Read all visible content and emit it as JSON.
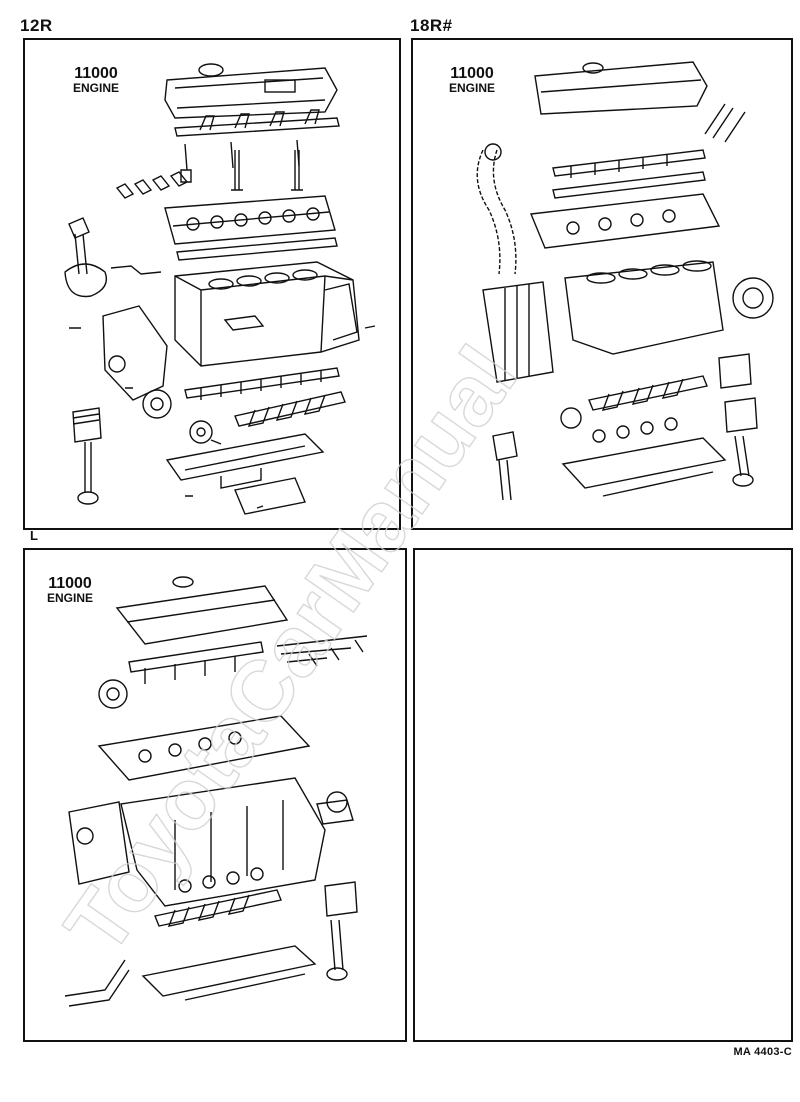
{
  "sections": {
    "a": {
      "label": "12R",
      "title_num": "11000",
      "title_eng": "ENGINE"
    },
    "b": {
      "label": "18R#",
      "title_num": "11000",
      "title_eng": "ENGINE"
    },
    "c": {
      "label": "L",
      "title_num": "11000",
      "title_eng": "ENGINE"
    }
  },
  "watermark": "ToyotaCarManual",
  "footer": {
    "code": "MA  4403-C"
  },
  "colors": {
    "ink": "#111111",
    "paper": "#ffffff",
    "watermark": "#d9d9d9"
  }
}
